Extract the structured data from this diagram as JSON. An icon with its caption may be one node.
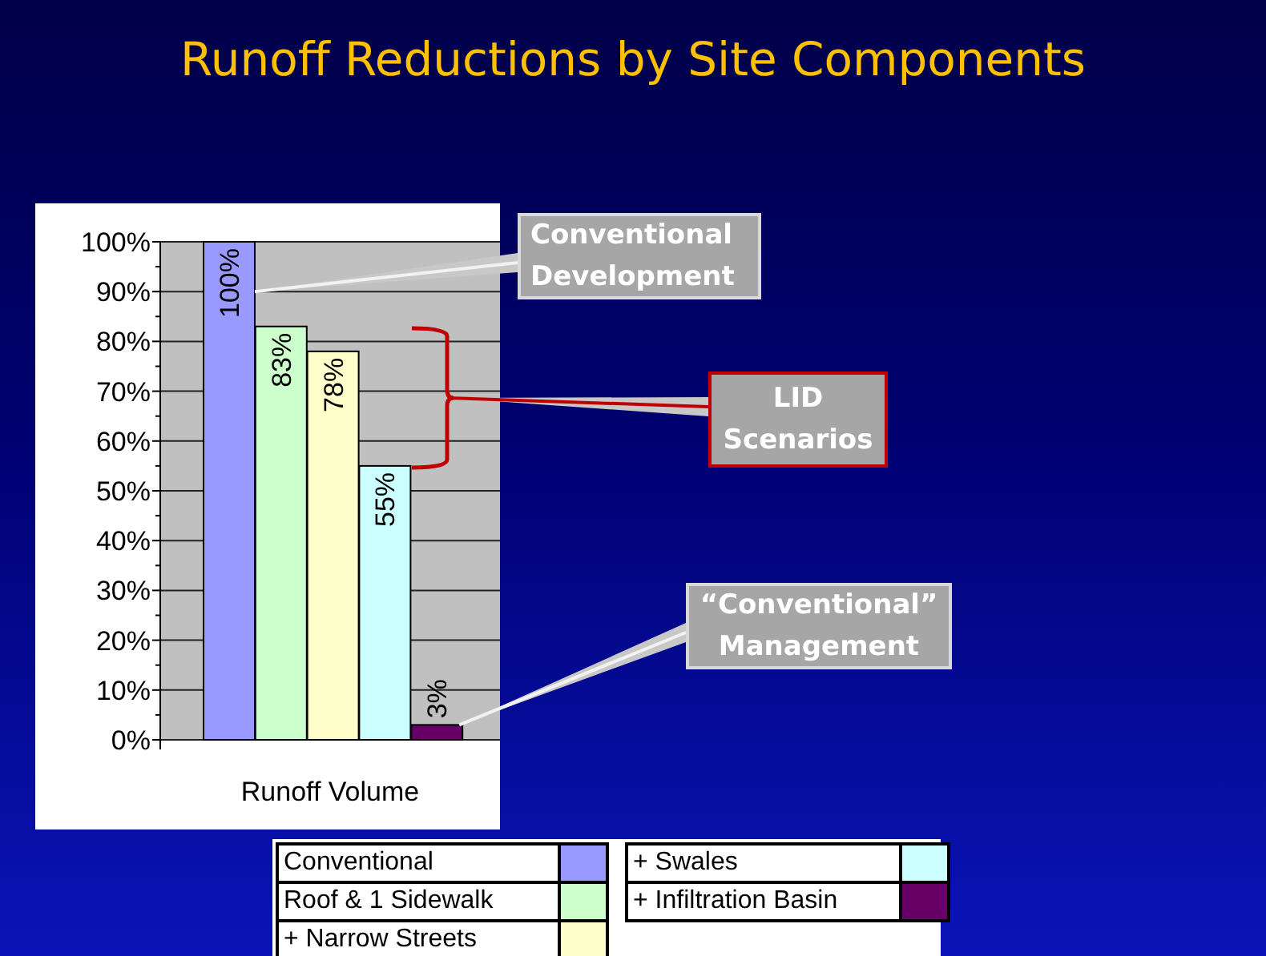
{
  "diagram": {
    "title": "Runoff Reductions by Site Components",
    "nodes": [
      {
        "text": [
          "Conventional Development"
        ]
      },
      {
        "text": [
          "LID Scenarios"
        ]
      },
      {
        "text": [
          "“Conventional” Management"
        ]
      },
      {
        "text": [],
        "shape": "bar"
      },
      {
        "text": [],
        "shape": "brace"
      },
      {
        "text": [],
        "shape": "bar"
      }
    ],
    "edges": [
      {
        "from": 0,
        "to": 3,
        "arrow": "none"
      },
      {
        "from": 1,
        "to": 4,
        "arrow": "none",
        "color": "#c00000"
      },
      {
        "from": 2,
        "to": 5,
        "arrow": "none"
      }
    ],
    "legend": [
      {
        "text": "Conventional",
        "color": "#9999ff"
      },
      {
        "text": "Roof & 1 Sidewalk",
        "color": "#ccffcc"
      },
      {
        "text": "+ Narrow Streets",
        "color": "#ffffcc"
      },
      {
        "text": "+ Swales",
        "color": "#ccffff"
      },
      {
        "text": "+ Infiltration Basin",
        "color": "#660066"
      }
    ],
    "chart_data": {
      "type": "bar",
      "xlabel": "Runoff Volume",
      "categories": [
        null,
        null,
        null,
        null,
        null
      ],
      "series": [
        {
          "values": [
            100,
            83,
            78,
            55,
            3
          ]
        }
      ],
      "grid": true,
      "ylim": [
        0,
        100
      ],
      "yticks": [
        {
          "value": 0,
          "label": "0%"
        },
        {
          "value": 10,
          "label": "10%"
        },
        {
          "value": 20,
          "label": "20%"
        },
        {
          "value": 30,
          "label": "30%"
        },
        {
          "value": 40,
          "label": "40%"
        },
        {
          "value": 50,
          "label": "50%"
        },
        {
          "value": 60,
          "label": "60%"
        },
        {
          "value": 70,
          "label": "70%"
        },
        {
          "value": 80,
          "label": "80%"
        },
        {
          "value": 90,
          "label": "90%"
        },
        {
          "value": 100,
          "label": "100%"
        }
      ],
      "value_labels": [
        "100%",
        "83%",
        "78%",
        "55%",
        "3%"
      ]
    }
  }
}
